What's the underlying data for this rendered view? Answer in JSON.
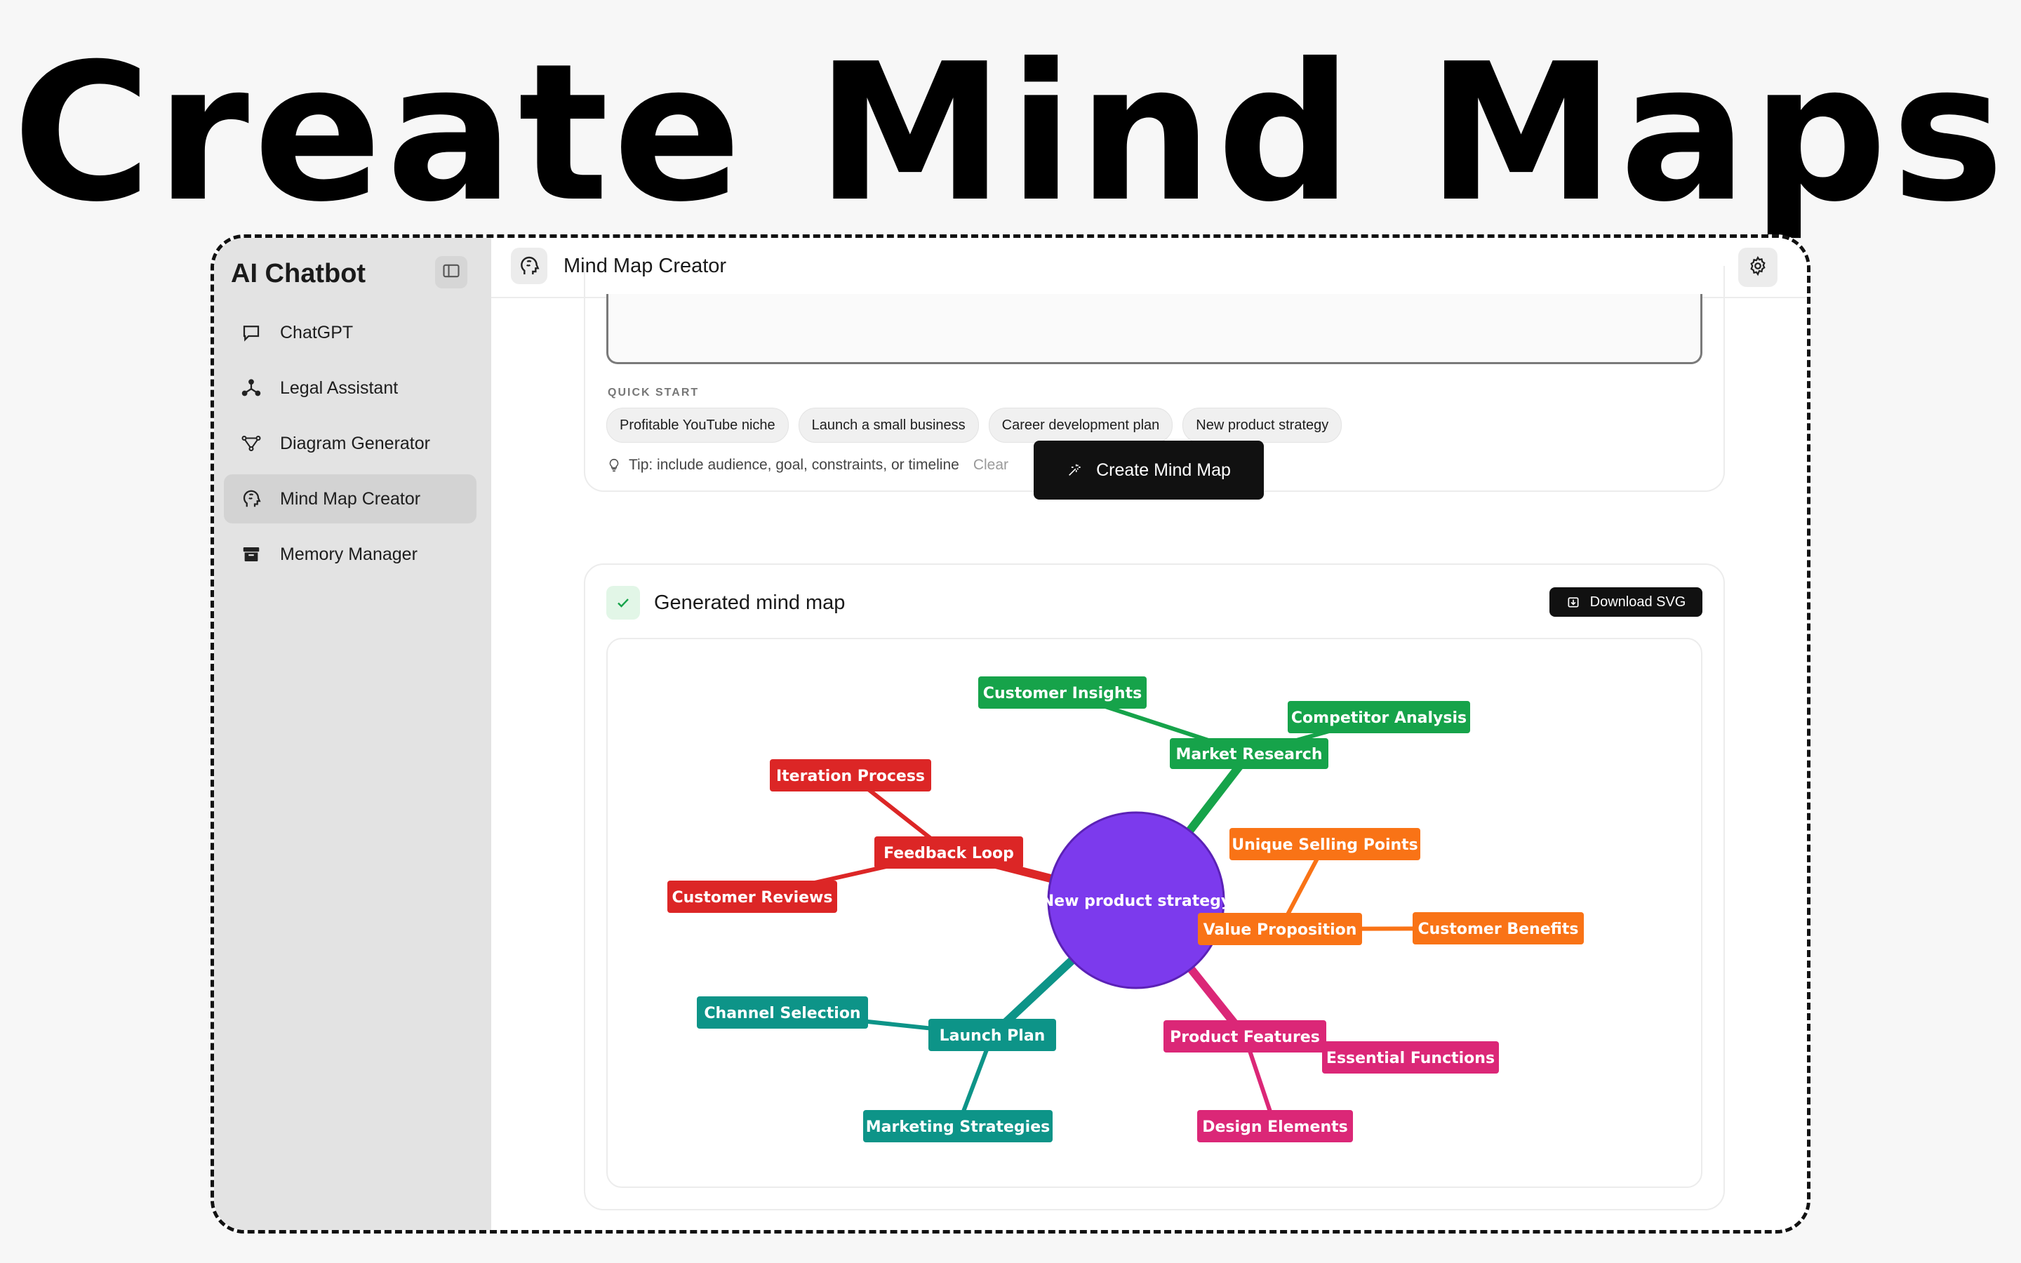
{
  "hero": {
    "title": "Create Mind Maps"
  },
  "sidebar": {
    "title": "AI Chatbot",
    "items": [
      {
        "label": "ChatGPT",
        "icon": "chat-bubble-icon"
      },
      {
        "label": "Legal Assistant",
        "icon": "network-icon"
      },
      {
        "label": "Diagram Generator",
        "icon": "diagram-icon"
      },
      {
        "label": "Mind Map Creator",
        "icon": "brain-head-icon",
        "active": true
      },
      {
        "label": "Memory Manager",
        "icon": "archive-box-icon"
      }
    ]
  },
  "topbar": {
    "title": "Mind Map Creator"
  },
  "form": {
    "quick_start_label": "QUICK START",
    "chips": [
      "Profitable YouTube niche",
      "Launch a small business",
      "Career development plan",
      "New product strategy"
    ],
    "tip": "Tip: include audience, goal, constraints, or timeline",
    "clear_label": "Clear",
    "create_label": "Create Mind Map"
  },
  "result": {
    "title": "Generated mind map",
    "download_label": "Download SVG"
  },
  "mindmap": {
    "center": "New product strategy",
    "colors": {
      "center": "#7c3aed",
      "green": "#16a34a",
      "orange": "#f97316",
      "pink": "#db2777",
      "teal": "#0d9488",
      "red": "#dc2626"
    },
    "branches": [
      {
        "label": "Market Research",
        "color": "green",
        "children": [
          "Customer Insights",
          "Competitor Analysis"
        ]
      },
      {
        "label": "Value Proposition",
        "color": "orange",
        "children": [
          "Unique Selling Points",
          "Customer Benefits"
        ]
      },
      {
        "label": "Product Features",
        "color": "pink",
        "children": [
          "Essential Functions",
          "Design Elements"
        ]
      },
      {
        "label": "Launch Plan",
        "color": "teal",
        "children": [
          "Channel Selection",
          "Marketing Strategies"
        ]
      },
      {
        "label": "Feedback Loop",
        "color": "red",
        "children": [
          "Iteration Process",
          "Customer Reviews"
        ]
      }
    ]
  }
}
